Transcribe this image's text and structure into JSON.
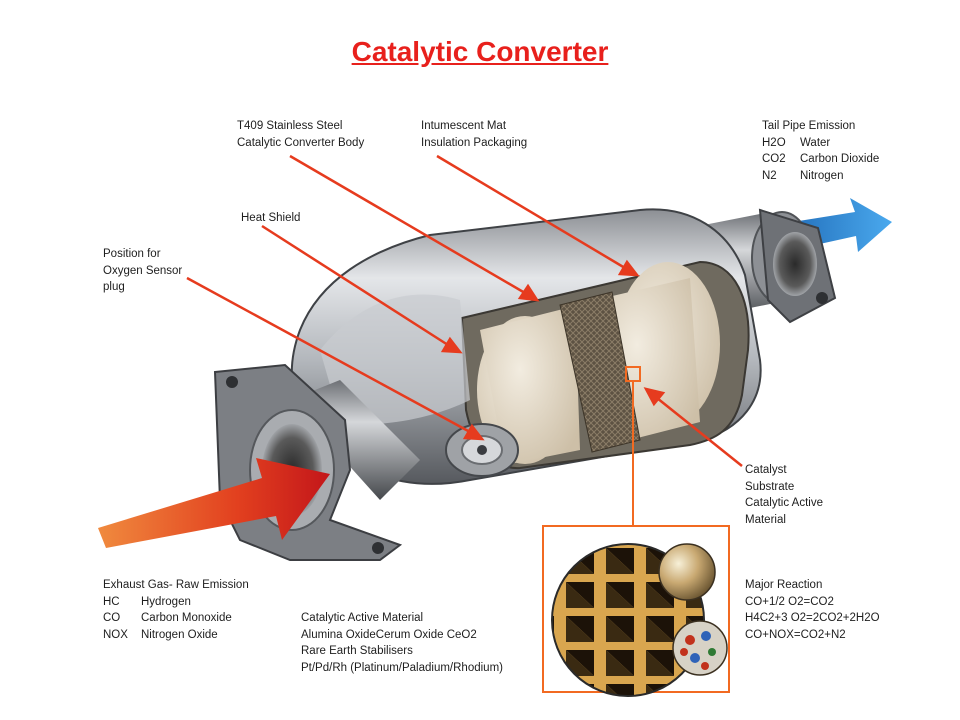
{
  "title": "Catalytic Converter",
  "colors": {
    "title": "#e8201c",
    "arrow": "#e63b1e",
    "exhaust_arrow": "#d8301c",
    "tailpipe_arrow": "#2a7fd6",
    "inset_border": "#f26a21"
  },
  "labels": {
    "body": [
      "T409 Stainless Steel",
      "Catalytic Converter Body"
    ],
    "mat": [
      "Intumescent Mat",
      "Insulation Packaging"
    ],
    "heat_shield": "Heat Shield",
    "sensor": [
      "Position for",
      "Oxygen Sensor",
      "plug"
    ],
    "catalyst": [
      "Catalyst",
      "Substrate",
      "Catalytic Active",
      "Material"
    ]
  },
  "tailpipe": {
    "heading": "Tail Pipe Emission",
    "rows": [
      {
        "code": "H2O",
        "name": "Water"
      },
      {
        "code": "CO2",
        "name": "Carbon Dioxide"
      },
      {
        "code": "N2",
        "name": "Nitrogen"
      }
    ]
  },
  "exhaust": {
    "heading": "Exhaust Gas- Raw Emission",
    "rows": [
      {
        "code": "HC",
        "name": "Hydrogen"
      },
      {
        "code": "CO",
        "name": "Carbon Monoxide"
      },
      {
        "code": "NOX",
        "name": "Nitrogen Oxide"
      }
    ]
  },
  "active_material": {
    "lines": [
      "Catalytic Active Material",
      "Alumina OxideCerum Oxide CeO2",
      "Rare Earth Stabilisers",
      "Pt/Pd/Rh (Platinum/Paladium/Rhodium)"
    ]
  },
  "reaction": {
    "heading": "Major Reaction",
    "lines": [
      "CO+1/2 O2=CO2",
      "H4C2+3 O2=2CO2+2H2O",
      "CO+NOX=CO2+N2"
    ]
  }
}
